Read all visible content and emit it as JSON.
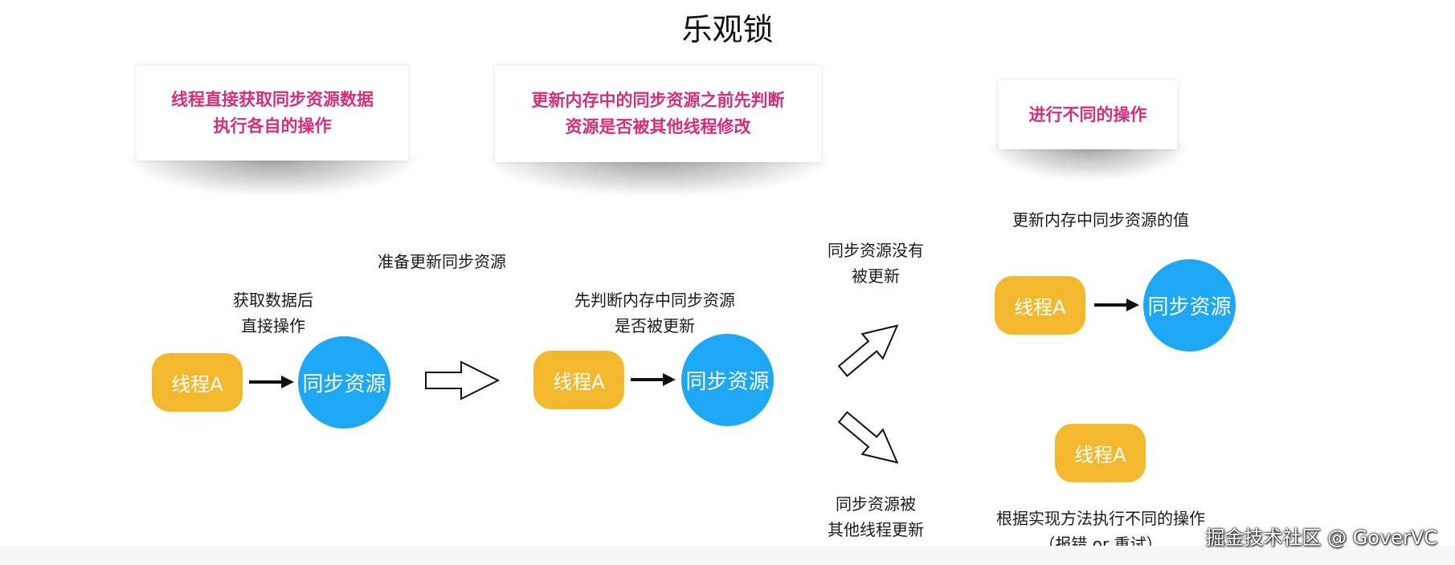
{
  "title": "乐观锁",
  "notes": [
    {
      "line1": "线程直接获取同步资源数据",
      "line2": "执行各自的操作"
    },
    {
      "line1": "更新内存中的同步资源之前先判断",
      "line2": "资源是否被其他线程修改"
    },
    {
      "line1": "进行不同的操作"
    }
  ],
  "labels": {
    "step1_l1": "获取数据后",
    "step1_l2": "直接操作",
    "prepare": "准备更新同步资源",
    "step2_l1": "先判断内存中同步资源",
    "step2_l2": "是否被更新",
    "not_updated_l1": "同步资源没有",
    "not_updated_l2": "被更新",
    "updated_l1": "同步资源被",
    "updated_l2": "其他线程更新",
    "update_value": "更新内存中同步资源的值",
    "different_l1": "根据实现方法执行不同的操作",
    "different_l2": "（报错 or 重试）"
  },
  "nodes": {
    "thread": "线程A",
    "resource": "同步资源"
  },
  "watermark": "掘金技术社区 @ GoverVC",
  "colors": {
    "thread": "#f4b82e",
    "resource": "#1ea7f4",
    "note_text": "#d42e7a"
  }
}
